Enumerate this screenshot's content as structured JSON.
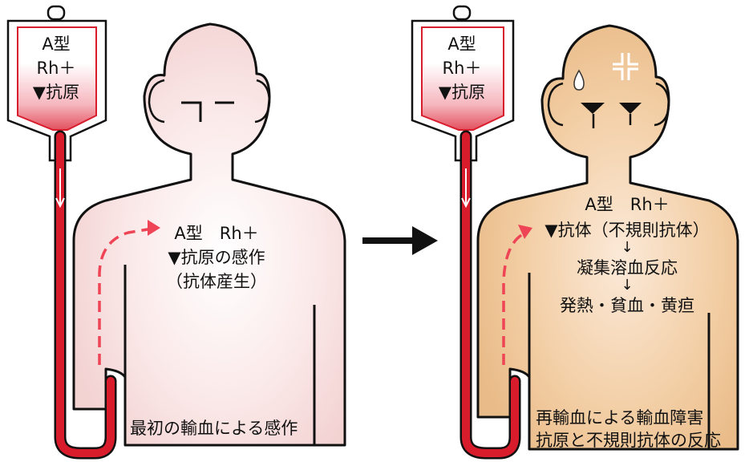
{
  "colors": {
    "blood": "#d91c2c",
    "bag_fill": "#f4b7bf",
    "skin_first": "#f6d8d8",
    "skin_second": "#efc49a",
    "outline": "#111111",
    "arrow_dash": "#ee4455"
  },
  "left_panel": {
    "bag": {
      "line1": "A型",
      "line2": "Rh＋",
      "line3": "▼抗原"
    },
    "chest": {
      "line1": "A型　Rh＋",
      "line2": "▼抗原の感作",
      "line3": "（抗体産生）"
    },
    "caption": "最初の輸血による感作"
  },
  "transition_arrow": "right-arrow-icon",
  "right_panel": {
    "bag": {
      "line1": "A型",
      "line2": "Rh＋",
      "line3": "▼抗原"
    },
    "chest": {
      "line1": "A型　Rh＋",
      "line2": "▼抗体（不規則抗体）",
      "arrow1": "↓",
      "line3": "凝集溶血反応",
      "arrow2": "↓",
      "line4": "発熱・貧血・黄疸"
    },
    "caption_line1": "再輸血による輸血障害",
    "caption_line2": "抗原と不規則抗体の反応"
  }
}
